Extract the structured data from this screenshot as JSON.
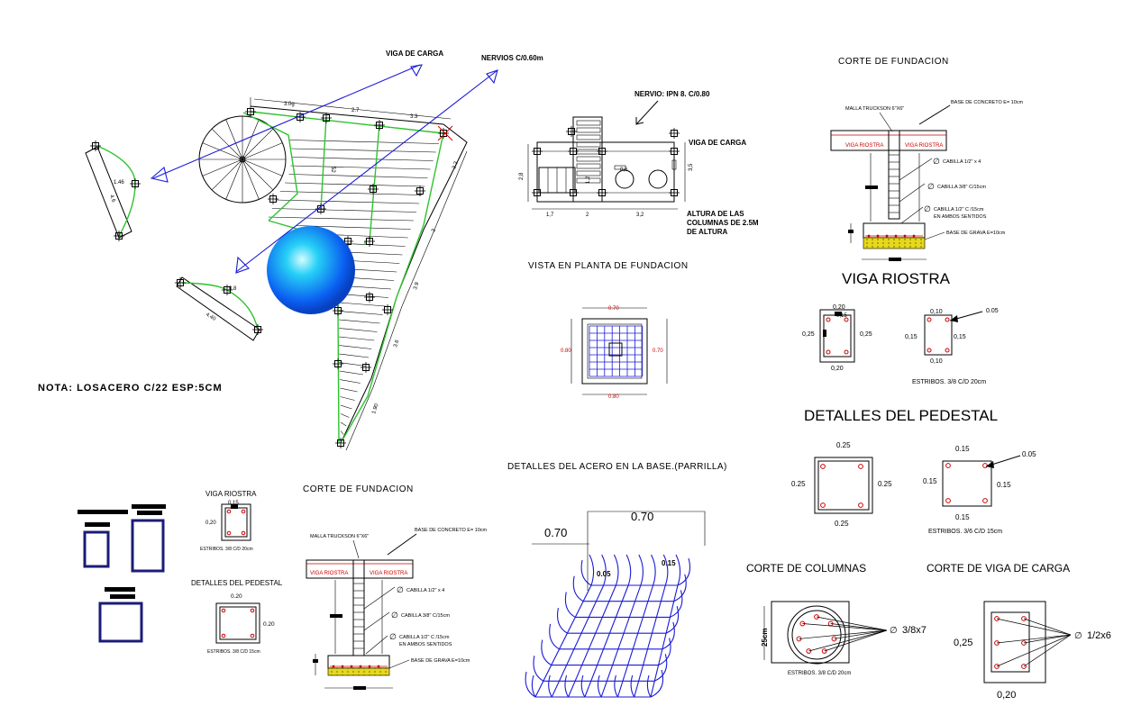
{
  "colors": {
    "accent_blue": "#1a1ad6",
    "green": "#2ec32e",
    "red": "#cc0000",
    "navy": "#1b1b7a",
    "gravel": "#e6d81a"
  },
  "plan": {
    "viga_de_carga": "VIGA DE CARGA",
    "nervios": "NERVIOS C/0.60m",
    "nota": "NOTA: LOSACERO C/22 ESP:5CM",
    "dims": [
      "3.0g",
      "2.7",
      "3.3",
      "3.3",
      "3",
      "3.9",
      "3.6",
      "1.90",
      "1.46",
      "4.6",
      "4.40",
      "0.8",
      "52"
    ]
  },
  "elevation": {
    "nervio": "NERVIO: IPN 8. C/0.80",
    "viga": "VIGA DE CARGA",
    "altura": [
      "ALTURA DE LAS",
      "COLUMNAS DE 2.5M",
      "DE ALTURA"
    ],
    "dims": [
      "1,7",
      "2",
      "3,2",
      "2,8",
      "1,2",
      "0,6",
      "3,5"
    ]
  },
  "corte_top": {
    "title": "CORTE DE FUNDACION",
    "malla": "MALLA TRUCKSON 6\"X6\"",
    "base": "BASE DE CONCRETO E= 10cm",
    "riostra": "VIGA RIOSTRA",
    "cabilla1": "CABILLA 1/2\" x 4",
    "cabilla2": "CABILLA 3/8\" C/15cm",
    "cabilla3": "CABILLA 1/2\" C /15cm",
    "sentidos": "EN AMBOS SENTIDOS",
    "grava": "BASE DE GRAVA E=10cm"
  },
  "planta": {
    "title": "VISTA EN PLANTA DE FUNDACION",
    "dims": [
      "0.70",
      "0.80",
      "0.70",
      "0.80"
    ]
  },
  "viga_riostra": {
    "title": "VIGA RIOSTRA",
    "a": [
      "0,20",
      "0,25",
      "0,25",
      "0,20",
      "0,15"
    ],
    "b": [
      "0,10",
      "0.05",
      "0,15",
      "0,15",
      "0,10"
    ],
    "estribos": "ESTRIBOS. 3/8 C/D 20cm"
  },
  "pedestal": {
    "title": "DETALLES DEL PEDESTAL",
    "a": [
      "0.25",
      "0.25",
      "0.25",
      "0.25"
    ],
    "b": [
      "0.15",
      "0.05",
      "0.15",
      "0.15",
      "0.15"
    ],
    "estribos": "ESTRIBOS. 3/6 C/D 15cm"
  },
  "parrilla": {
    "title": "DETALLES DEL ACERO EN LA BASE.(PARRILLA)",
    "dims": [
      "0.70",
      "0.70",
      "0.05",
      "0.15"
    ]
  },
  "columnas": {
    "title": "CORTE DE COLUMNAS",
    "bars": "3/8x7",
    "diam": "25cm",
    "estribos": "ESTRIBOS. 3/8 C/D 20cm"
  },
  "viga_carga": {
    "title": "CORTE DE VIGA DE CARGA",
    "bars": "1/2x6",
    "h": "0,25",
    "w": "0,20"
  },
  "small": {
    "riostra": "VIGA RIOSTRA",
    "r_dims": [
      "0,15",
      "0,20"
    ],
    "r_estribos": "ESTRIBOS. 3/8 C/D 20cm",
    "pedestal": "DETALLES DEL PEDESTAL",
    "p_dims": [
      "0.20",
      "0.20"
    ],
    "p_estribos": "ESTRIBOS. 3/8 C/D 15cm",
    "corte": "CORTE DE FUNDACION",
    "malla": "MALLA TRUCKSON 6\"X6\"",
    "base": "BASE DE CONCRETO E= 10cm",
    "riostra2": "VIGA RIOSTRA",
    "cabilla1": "CABILLA 1/2\" x 4",
    "cabilla2": "CABILLA 3/8\" C/15cm",
    "cabilla3": "CABILLA 1/2\" C /15cm",
    "sentidos": "EN AMBOS SENTIDOS",
    "grava": "BASE DE GRAVA E=10cm"
  }
}
